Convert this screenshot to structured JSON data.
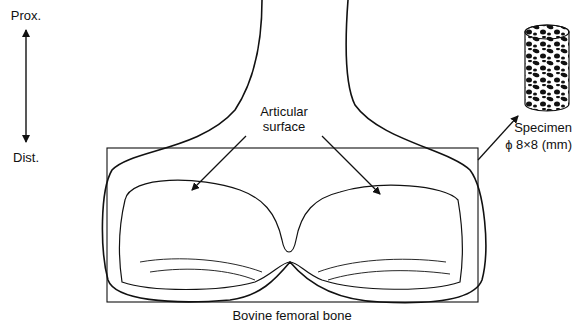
{
  "diagram": {
    "labels": [
      "Prox.",
      "Dist.",
      "Articular surface",
      "Specimen",
      "ϕ 8×8 (mm)",
      "Bovine femoral bone"
    ]
  }
}
